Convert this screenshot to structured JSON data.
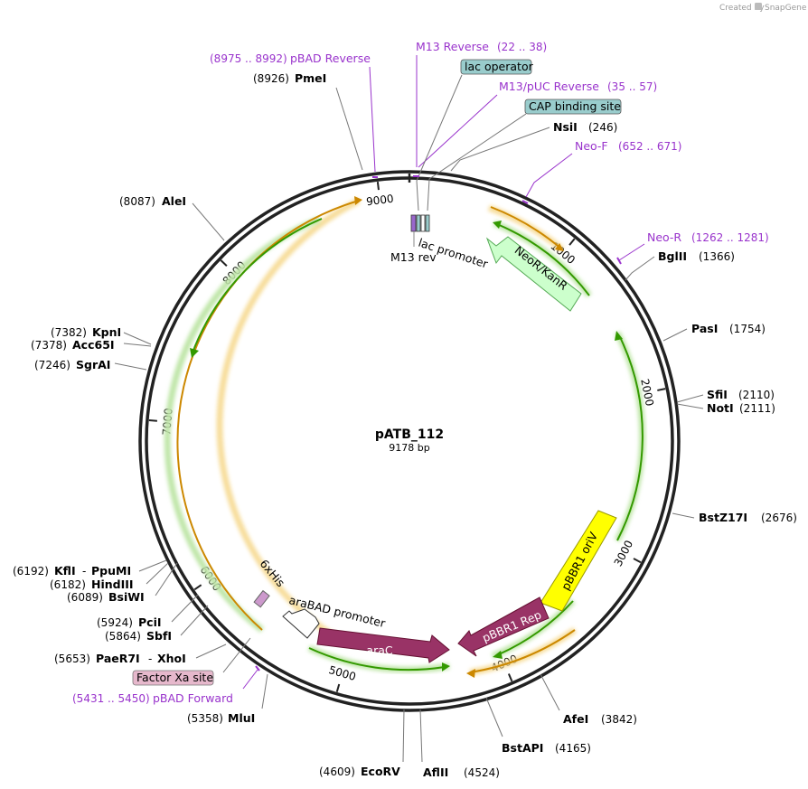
{
  "plasmid": {
    "name": "pATB_112",
    "length_label": "9178 bp",
    "length": 9178
  },
  "credit": {
    "created_by": "Created by",
    "brand": "SnapGene"
  },
  "ticks": [
    {
      "pos": 1000,
      "label": "1000"
    },
    {
      "pos": 2000,
      "label": "2000"
    },
    {
      "pos": 3000,
      "label": "3000"
    },
    {
      "pos": 4000,
      "label": "4000"
    },
    {
      "pos": 5000,
      "label": "5000"
    },
    {
      "pos": 6000,
      "label": "6000"
    },
    {
      "pos": 7000,
      "label": "7000"
    },
    {
      "pos": 8000,
      "label": "8000"
    },
    {
      "pos": 9000,
      "label": "9000"
    }
  ],
  "sites": [
    {
      "name": "PmeI",
      "pos_label": "(8926)",
      "pos": 8926
    },
    {
      "name": "NsiI",
      "pos_label": "(246)",
      "pos": 246
    },
    {
      "name": "BglII",
      "pos_label": "(1366)",
      "pos": 1366
    },
    {
      "name": "PasI",
      "pos_label": "(1754)",
      "pos": 1754
    },
    {
      "name": "SfiI",
      "pos_label": "(2110)",
      "pos": 2110
    },
    {
      "name": "NotI",
      "pos_label": "(2111)",
      "pos": 2111
    },
    {
      "name": "BstZ17I",
      "pos_label": "(2676)",
      "pos": 2676
    },
    {
      "name": "AfeI",
      "pos_label": "(3842)",
      "pos": 3842
    },
    {
      "name": "BstAPI",
      "pos_label": "(4165)",
      "pos": 4165
    },
    {
      "name": "AflII",
      "pos_label": "(4524)",
      "pos": 4524
    },
    {
      "name": "EcoRV",
      "pos_label": "(4609)",
      "pos": 4609
    },
    {
      "name": "MluI",
      "pos_label": "(5358)",
      "pos": 5358
    },
    {
      "name": "PaeR7I",
      "name2": "XhoI",
      "pos_label": "(5653)",
      "pos": 5653
    },
    {
      "name": "SbfI",
      "pos_label": "(5864)",
      "pos": 5864
    },
    {
      "name": "PciI",
      "pos_label": "(5924)",
      "pos": 5924
    },
    {
      "name": "BsiWI",
      "pos_label": "(6089)",
      "pos": 6089
    },
    {
      "name": "HindIII",
      "pos_label": "(6182)",
      "pos": 6182
    },
    {
      "name": "KflI",
      "name2": "PpuMI",
      "pos_label": "(6192)",
      "pos": 6192
    },
    {
      "name": "SgrAI",
      "pos_label": "(7246)",
      "pos": 7246
    },
    {
      "name": "Acc65I",
      "pos_label": "(7378)",
      "pos": 7378
    },
    {
      "name": "KpnI",
      "pos_label": "(7382)",
      "pos": 7382
    },
    {
      "name": "AleI",
      "pos_label": "(8087)",
      "pos": 8087
    }
  ],
  "primers": [
    {
      "name": "pBAD Reverse",
      "range": "(8975 .. 8992)",
      "start": 8975,
      "end": 8992
    },
    {
      "name": "M13 Reverse",
      "range": "(22 .. 38)",
      "start": 22,
      "end": 38
    },
    {
      "name": "M13/pUC Reverse",
      "range": "(35 .. 57)",
      "start": 35,
      "end": 57
    },
    {
      "name": "Neo-F",
      "range": "(652 .. 671)",
      "start": 652,
      "end": 671
    },
    {
      "name": "Neo-R",
      "range": "(1262 .. 1281)",
      "start": 1262,
      "end": 1281
    },
    {
      "name": "pBAD Forward",
      "range": "(5431 .. 5450)",
      "start": 5431,
      "end": 5450
    }
  ],
  "boxed_features": [
    {
      "name": "lac operator",
      "color": "#99cccc"
    },
    {
      "name": "CAP binding site",
      "color": "#99cccc"
    },
    {
      "name": "Factor Xa site",
      "color": "#e6b8cc"
    }
  ],
  "features": [
    {
      "name": "NeoR/KanR",
      "color": "#ccffcc"
    },
    {
      "name": "pBBR1 oriV",
      "color": "#ffff00"
    },
    {
      "name": "pBBR1 Rep",
      "color": "#993366"
    },
    {
      "name": "araC",
      "color": "#993366"
    },
    {
      "name": "araBAD promoter",
      "color": "#ffffff"
    },
    {
      "name": "lac promoter",
      "color": "#ffffff"
    },
    {
      "name": "M13 rev",
      "color": "#9966cc"
    },
    {
      "name": "6xHis",
      "color": "#cc99cc"
    }
  ],
  "colors": {
    "backbone": "#222222",
    "orf_orange": "#cc8800",
    "orf_green": "#339900",
    "primer": "#9933cc",
    "callout_line": "#777777"
  }
}
